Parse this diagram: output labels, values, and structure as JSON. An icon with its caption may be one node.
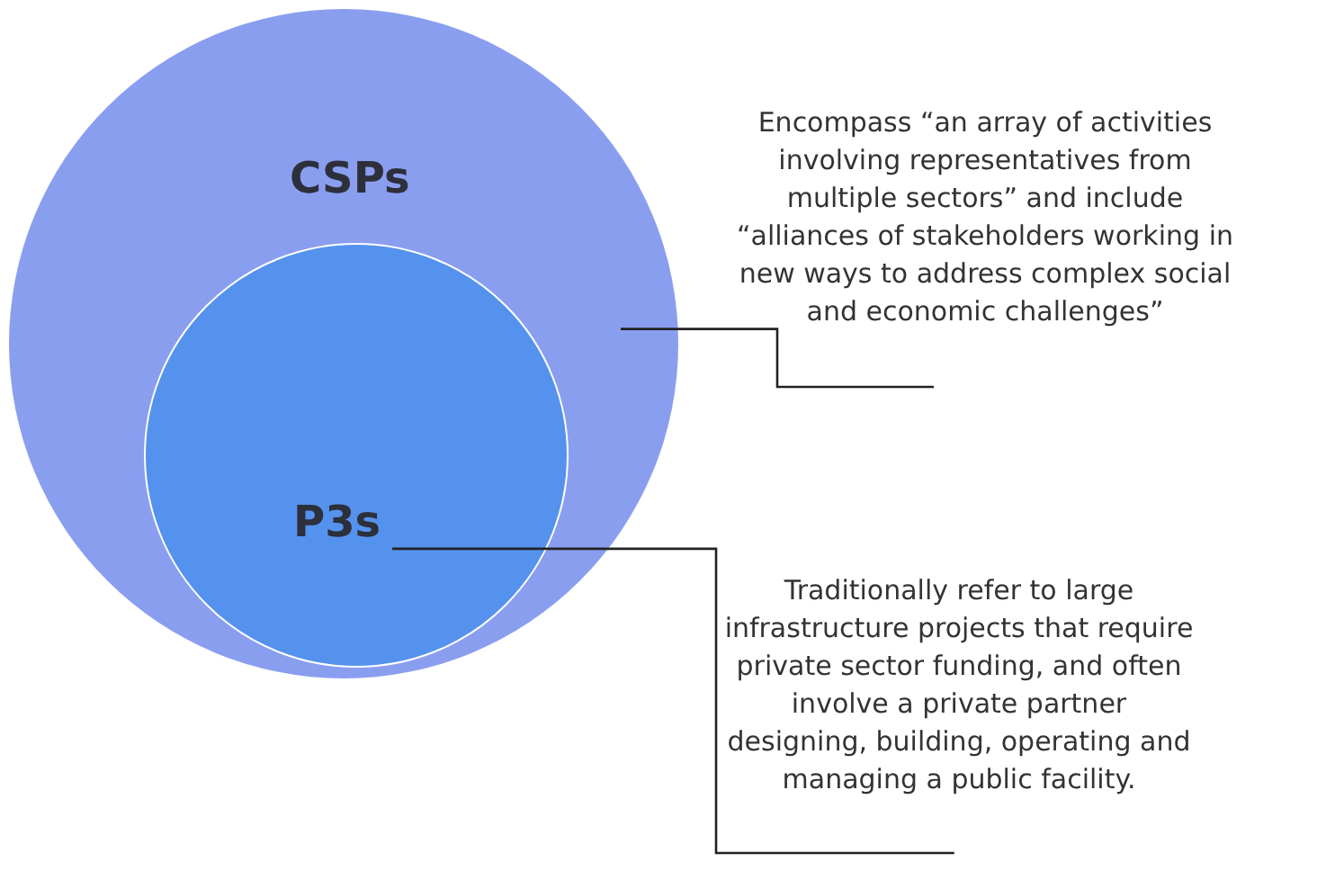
{
  "diagram": {
    "nodes": [
      {
        "text": [
          "CSPs"
        ]
      },
      {
        "text": [
          "P3s"
        ],
        "in": 0
      },
      {
        "text": [
          "Encompass “an array of activities involving representatives from multiple sectors” and include “alliances of stakeholders working in new ways to address complex social and economic challenges”"
        ]
      },
      {
        "text": [
          "Traditionally refer to large infrastructure projects that require private sector funding, and often involve a private partner designing, building, operating and managing a public facility."
        ]
      }
    ],
    "edges": [
      {
        "from": 2,
        "to": 0,
        "arrow": "none"
      },
      {
        "from": 3,
        "to": 1,
        "arrow": "none"
      }
    ]
  }
}
